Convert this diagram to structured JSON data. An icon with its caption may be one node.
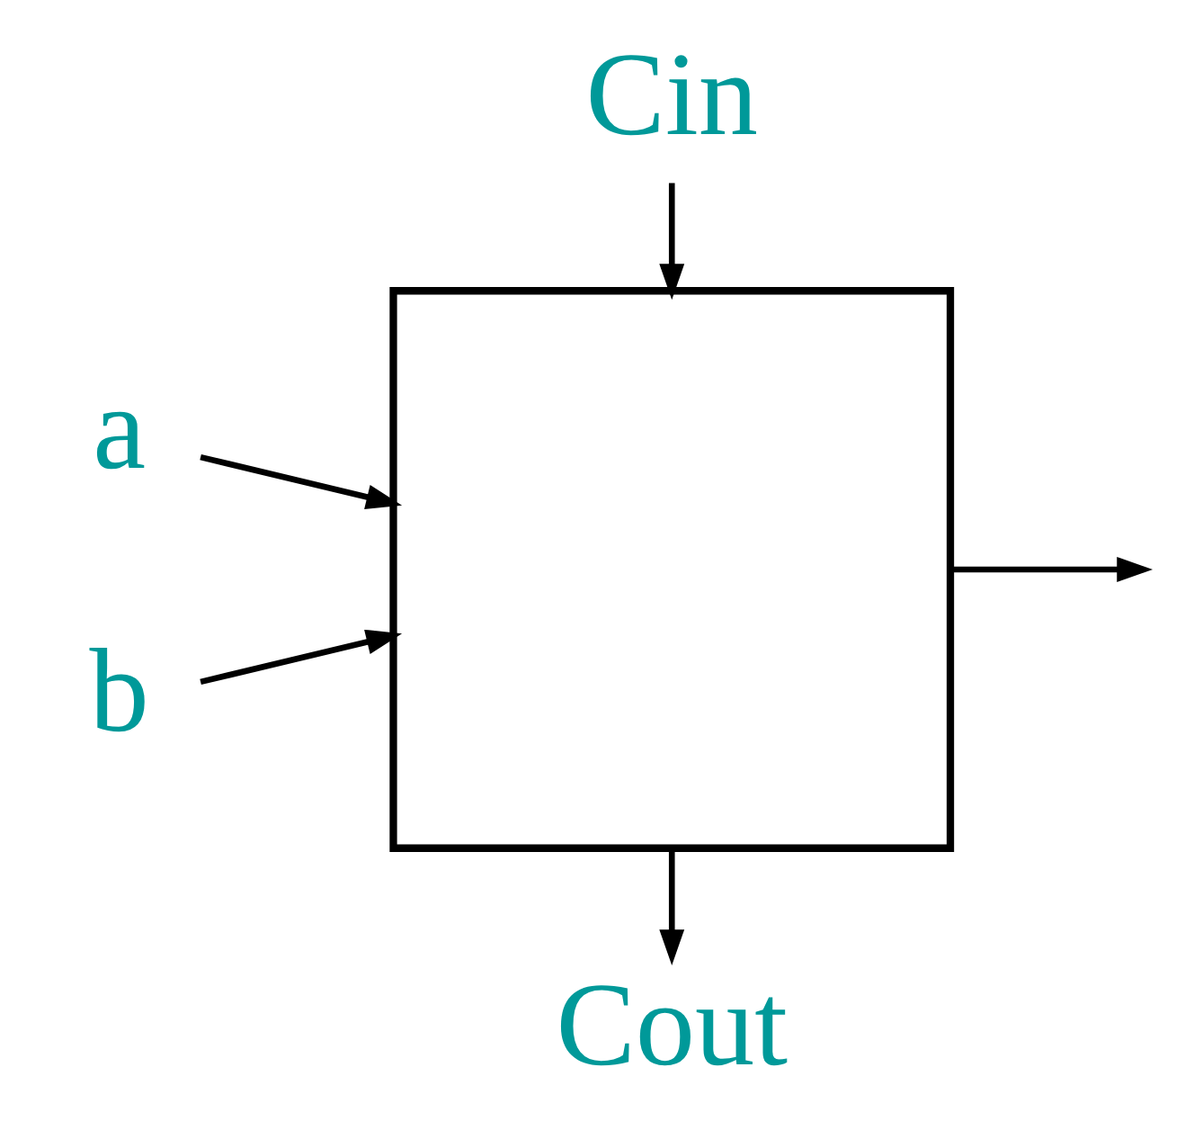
{
  "diagram": {
    "nodes": [
      {
        "text": [
          "Cin"
        ]
      },
      {
        "text": [
          "a"
        ]
      },
      {
        "text": [],
        "shape": "box"
      },
      {
        "text": [
          "b"
        ]
      },
      {
        "text": [
          "Cout"
        ]
      }
    ],
    "edges": [
      {
        "from": 0,
        "to": 2,
        "arrow": "to"
      },
      {
        "from": 1,
        "to": 2,
        "arrow": "to"
      },
      {
        "from": 3,
        "to": 2,
        "arrow": "to"
      },
      {
        "from": 2,
        "to": 4,
        "arrow": "to"
      },
      {
        "from": 2,
        "to": null,
        "arrow": "to"
      }
    ]
  }
}
